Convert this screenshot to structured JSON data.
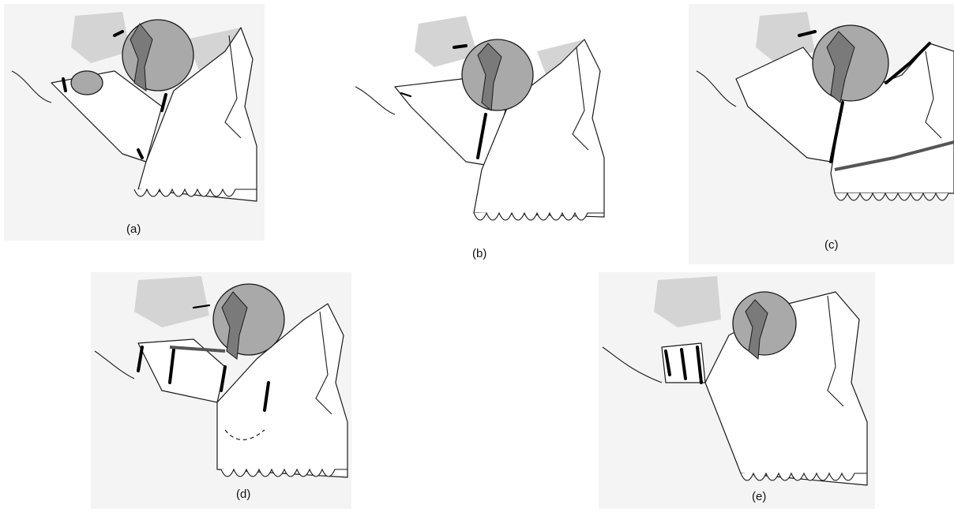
{
  "figure": {
    "panels": [
      {
        "key": "a",
        "caption": "(a)"
      },
      {
        "key": "b",
        "caption": "(b)"
      },
      {
        "key": "c",
        "caption": "(c)"
      },
      {
        "key": "d",
        "caption": "(d)"
      },
      {
        "key": "e",
        "caption": "(e)"
      }
    ],
    "colors": {
      "bone_fill": "#ffffff",
      "shading": "#d4d4d4",
      "orbit": "#a9a9a9",
      "orbit_inner": "#7a7a7a",
      "fracture": "#000000"
    }
  }
}
